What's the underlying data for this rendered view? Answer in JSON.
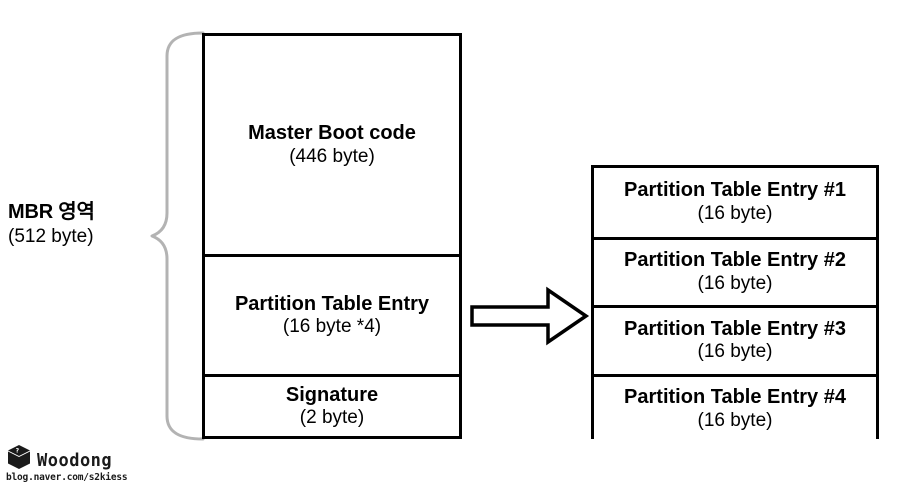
{
  "diagram": {
    "title_hidden": "",
    "mbr_label": {
      "title": "MBR 영역",
      "size": "(512 byte)"
    },
    "mbr_stack": {
      "cells": [
        {
          "name": "Master Boot code",
          "size": "(446 byte)"
        },
        {
          "name": "Partition Table Entry",
          "size": "(16 byte *4)"
        },
        {
          "name": "Signature",
          "size": "(2 byte)"
        }
      ]
    },
    "arrow": {
      "icon": "right-block-arrow-icon",
      "direction": "right"
    },
    "pte_stack": {
      "cells": [
        {
          "name": "Partition Table Entry #1",
          "size": "(16 byte)"
        },
        {
          "name": "Partition Table Entry #2",
          "size": "(16 byte)"
        },
        {
          "name": "Partition Table Entry #3",
          "size": "(16 byte)"
        },
        {
          "name": "Partition Table Entry #4",
          "size": "(16 byte)"
        }
      ]
    },
    "watermark": {
      "name": "Woodong",
      "url": "blog.naver.com/s2kiess",
      "icon": "cube-logo-icon"
    },
    "colors": {
      "background": "#ffffff",
      "stroke": "#000000",
      "brace": "#b3b3b3",
      "text": "#000000",
      "watermark": "#1a1a1a"
    }
  }
}
